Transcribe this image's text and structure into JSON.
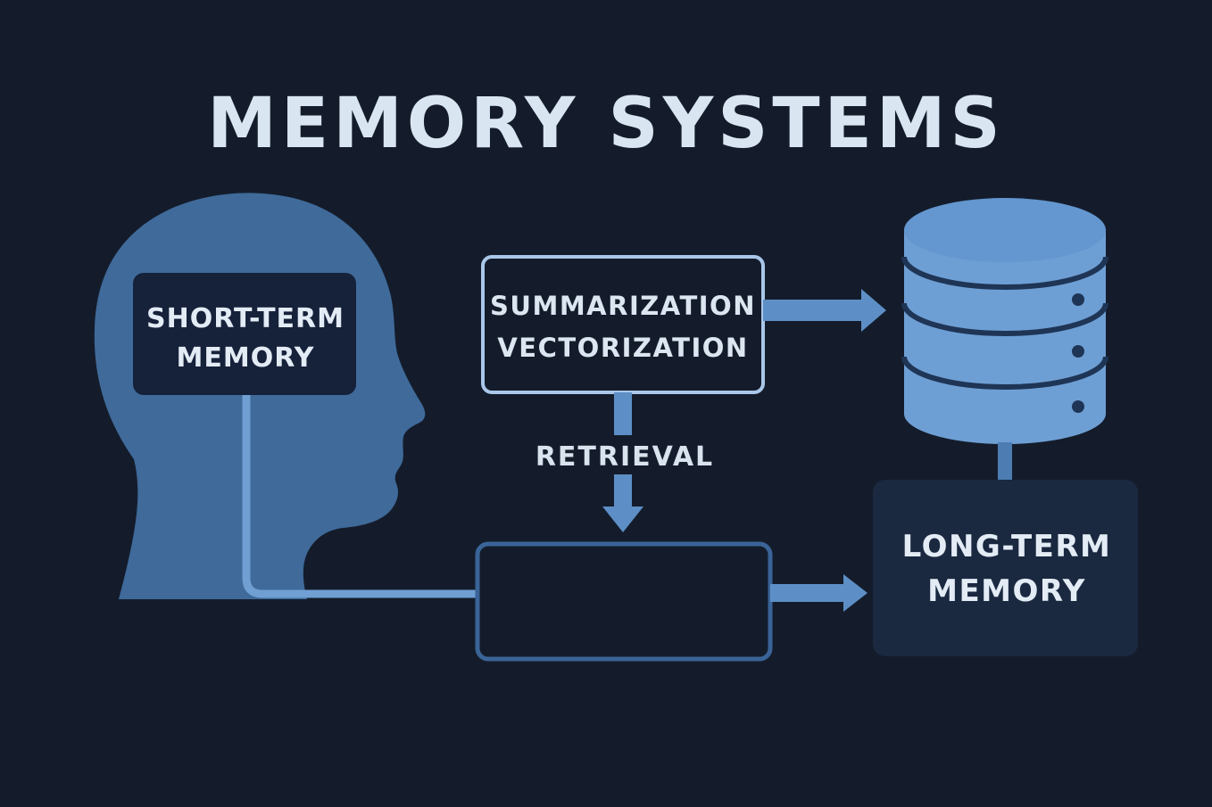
{
  "title": "MEMORY SYSTEMS",
  "short_term": {
    "line1": "SHORT-TERM",
    "line2": "MEMORY"
  },
  "processing": {
    "line1": "SUMMARIZATION",
    "line2": "VECTORIZATION"
  },
  "retrieval": {
    "label": "RETRIEVAL"
  },
  "long_term": {
    "line1": "LONG-TERM",
    "line2": "MEMORY"
  },
  "colors": {
    "background": "#141c2b",
    "head": "#3f6a9a",
    "accent": "#6f9fd3",
    "database": "#6e9fd4",
    "text": "#e3ecf5"
  },
  "icons": {
    "head": "human-head-silhouette-icon",
    "database": "database-cylinder-icon"
  }
}
